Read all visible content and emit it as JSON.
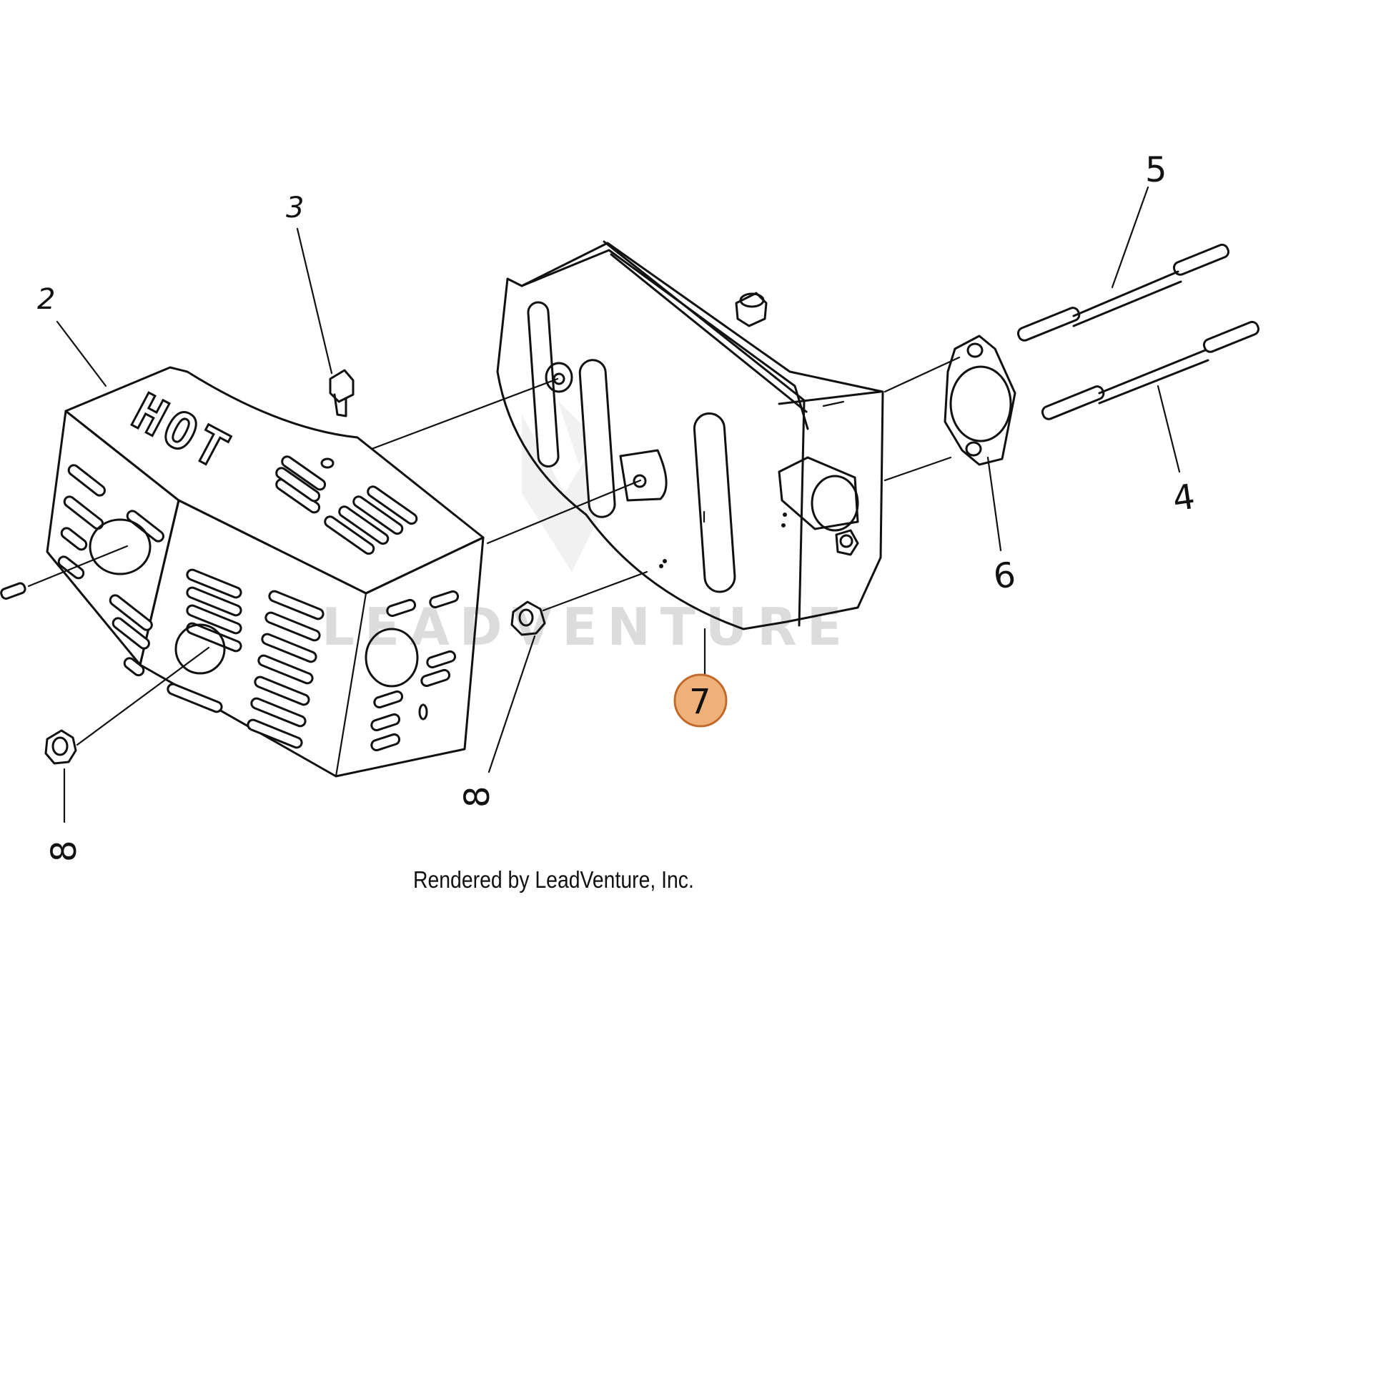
{
  "callouts": [
    {
      "id": "2",
      "label": "2"
    },
    {
      "id": "3",
      "label": "3"
    },
    {
      "id": "4",
      "label": "4"
    },
    {
      "id": "5",
      "label": "5"
    },
    {
      "id": "6",
      "label": "6"
    },
    {
      "id": "7",
      "label": "7",
      "highlighted": true
    },
    {
      "id": "8a",
      "label": "8"
    },
    {
      "id": "8b",
      "label": "8"
    }
  ],
  "shield_text": "HOT",
  "watermark": "LEADVENTURE",
  "credit": "Rendered by LeadVenture, Inc.",
  "colors": {
    "highlight_fill": "#f0b07a",
    "highlight_stroke": "#c06a2c",
    "line": "#111111",
    "watermark": "#dcdcdc"
  }
}
